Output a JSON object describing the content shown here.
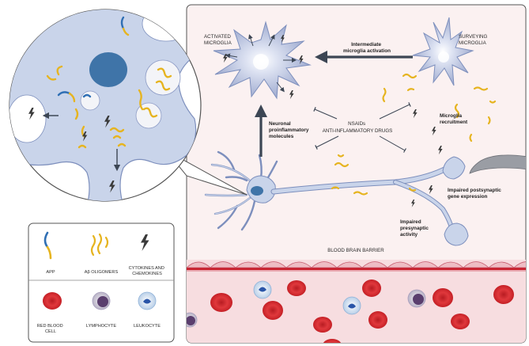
{
  "labels": {
    "activated_microglia": [
      "ACTIVATED",
      "MICROGLIA"
    ],
    "surveying_microglia": [
      "SURVEYING",
      "MICROGLIA"
    ],
    "intermediate_activation": [
      "Intermediate",
      "microglia activation"
    ],
    "neuronal_molecules": [
      "Neuronal",
      "proinflammatory",
      "molecules"
    ],
    "nsaids": [
      "NSAIDs",
      "ANTI-INFLAMMATORY DRUGS"
    ],
    "microglia_recruitment": [
      "Microglia",
      "recruitment"
    ],
    "impaired_postsynaptic": [
      "Impaired postsynaptic",
      "gene expression"
    ],
    "impaired_presynaptic": [
      "Impaired",
      "presynaptic",
      "activity"
    ],
    "blood_brain_barrier": "BLOOD BRAIN BARRIER"
  },
  "legend": {
    "items": [
      {
        "label": [
          "APP"
        ]
      },
      {
        "label": [
          "Aβ OLIGOMERS"
        ]
      },
      {
        "label": [
          "CYTOKINES AND",
          "CHEMOKINES"
        ]
      },
      {
        "label": [
          "RED BLOOD",
          "CELL"
        ]
      },
      {
        "label": [
          "LYMPHOCYTE"
        ]
      },
      {
        "label": [
          "LEUKOCYTE"
        ]
      }
    ]
  },
  "colors": {
    "cell_blue": "#c9d4ea",
    "cell_outline": "#7d8fbd",
    "nucleus": "#3f74a8",
    "oligomer": "#e6b420",
    "brain_bg": "#fbf1f1",
    "blood_bg": "#f7dde0",
    "red_blood_cell": "#d42a2e",
    "arrow": "#3c4654"
  }
}
